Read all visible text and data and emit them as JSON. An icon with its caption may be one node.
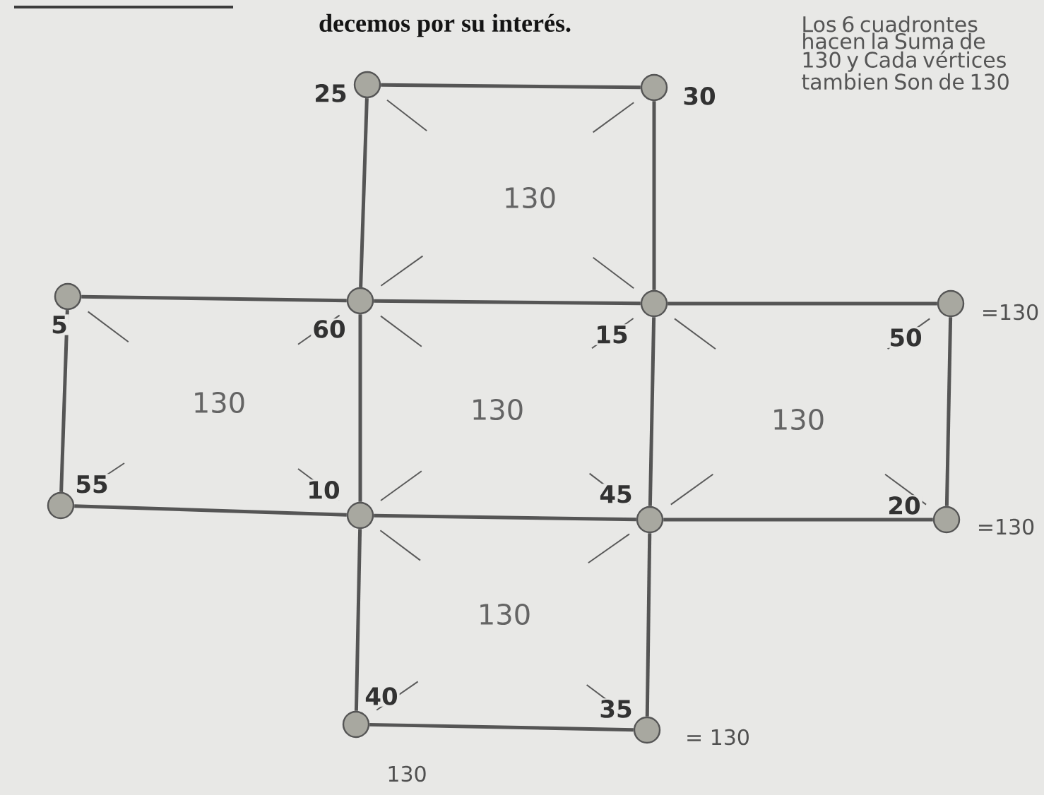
{
  "diagram": {
    "nodes": [
      {
        "text": [],
        "shape": "circle",
        "beside": [
          "25"
        ]
      },
      {
        "text": [],
        "shape": "circle",
        "beside": [
          "30"
        ]
      },
      {
        "text": [],
        "shape": "circle",
        "beside": [
          "5"
        ]
      },
      {
        "text": [],
        "shape": "circle",
        "beside": [
          "60"
        ]
      },
      {
        "text": [],
        "shape": "circle",
        "beside": [
          "15"
        ]
      },
      {
        "text": [],
        "shape": "circle",
        "beside": [
          "50",
          "=130"
        ]
      },
      {
        "text": [],
        "shape": "circle",
        "beside": [
          "55"
        ]
      },
      {
        "text": [],
        "shape": "circle",
        "beside": [
          "10"
        ]
      },
      {
        "text": [],
        "shape": "circle",
        "beside": [
          "45"
        ]
      },
      {
        "text": [],
        "shape": "circle",
        "beside": [
          "20",
          "=130"
        ]
      },
      {
        "text": [],
        "shape": "circle",
        "beside": [
          "40",
          "130"
        ]
      },
      {
        "text": [],
        "shape": "circle",
        "beside": [
          "35",
          "= 130"
        ]
      }
    ],
    "edges": [
      {
        "from": 0,
        "to": 1,
        "arrow": "none"
      },
      {
        "from": 0,
        "to": 3,
        "arrow": "none"
      },
      {
        "from": 1,
        "to": 4,
        "arrow": "none"
      },
      {
        "from": 2,
        "to": 3,
        "arrow": "none"
      },
      {
        "from": 3,
        "to": 4,
        "arrow": "none"
      },
      {
        "from": 4,
        "to": 5,
        "arrow": "none"
      },
      {
        "from": 2,
        "to": 6,
        "arrow": "none"
      },
      {
        "from": 3,
        "to": 7,
        "arrow": "none"
      },
      {
        "from": 4,
        "to": 8,
        "arrow": "none"
      },
      {
        "from": 5,
        "to": 9,
        "arrow": "none"
      },
      {
        "from": 6,
        "to": 7,
        "arrow": "none"
      },
      {
        "from": 7,
        "to": 8,
        "arrow": "none"
      },
      {
        "from": 8,
        "to": 9,
        "arrow": "none"
      },
      {
        "from": 7,
        "to": 10,
        "arrow": "none"
      },
      {
        "from": 8,
        "to": 11,
        "arrow": "none"
      },
      {
        "from": 10,
        "to": 11,
        "arrow": "none"
      }
    ],
    "labels": [
      "decemos por su interés.",
      "Los 6 cuadrontes hacen la Suma de 130 y Cada vértices tambien Son de 130",
      "130",
      "130",
      "130",
      "130",
      "130"
    ]
  }
}
